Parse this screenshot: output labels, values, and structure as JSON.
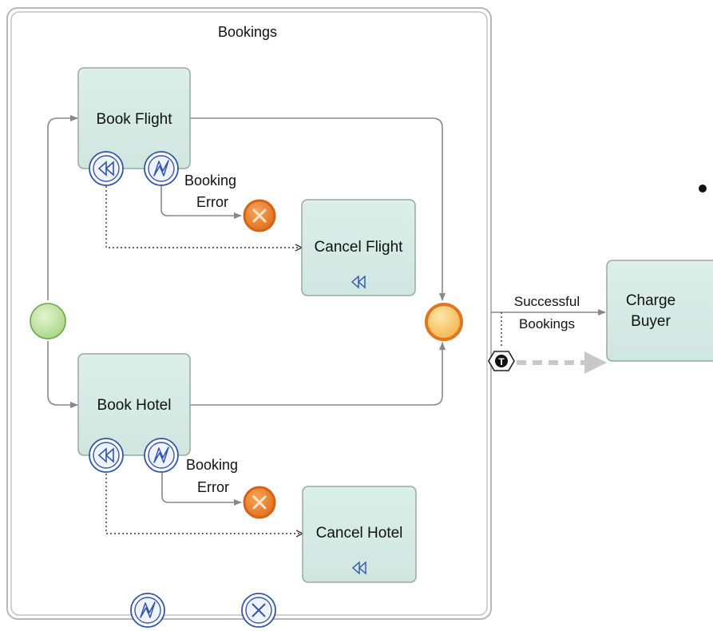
{
  "subprocess": {
    "title": "Bookings"
  },
  "tasks": {
    "book_flight": "Book Flight",
    "cancel_flight": "Cancel Flight",
    "book_hotel": "Book Hotel",
    "cancel_hotel": "Cancel Hotel",
    "charge_buyer": [
      "Charge",
      "Buyer"
    ]
  },
  "error_labels": {
    "flight": [
      "Booking",
      "Error"
    ],
    "hotel": [
      "Booking",
      "Error"
    ]
  },
  "flow_labels": {
    "successful_bookings": [
      "Successful",
      "Bookings"
    ]
  },
  "markers": {
    "timer": "T"
  },
  "colors": {
    "task_fill": "#d5ebe4",
    "task_stroke": "#9aa8a4",
    "start_fill": "#bfe3a0",
    "start_stroke": "#6fa550",
    "end_fill": "#f5c46b",
    "end_stroke": "#e0761f",
    "error_fill": "#e77b2b",
    "event_blue": "#3355aa",
    "flow": "#888888"
  }
}
